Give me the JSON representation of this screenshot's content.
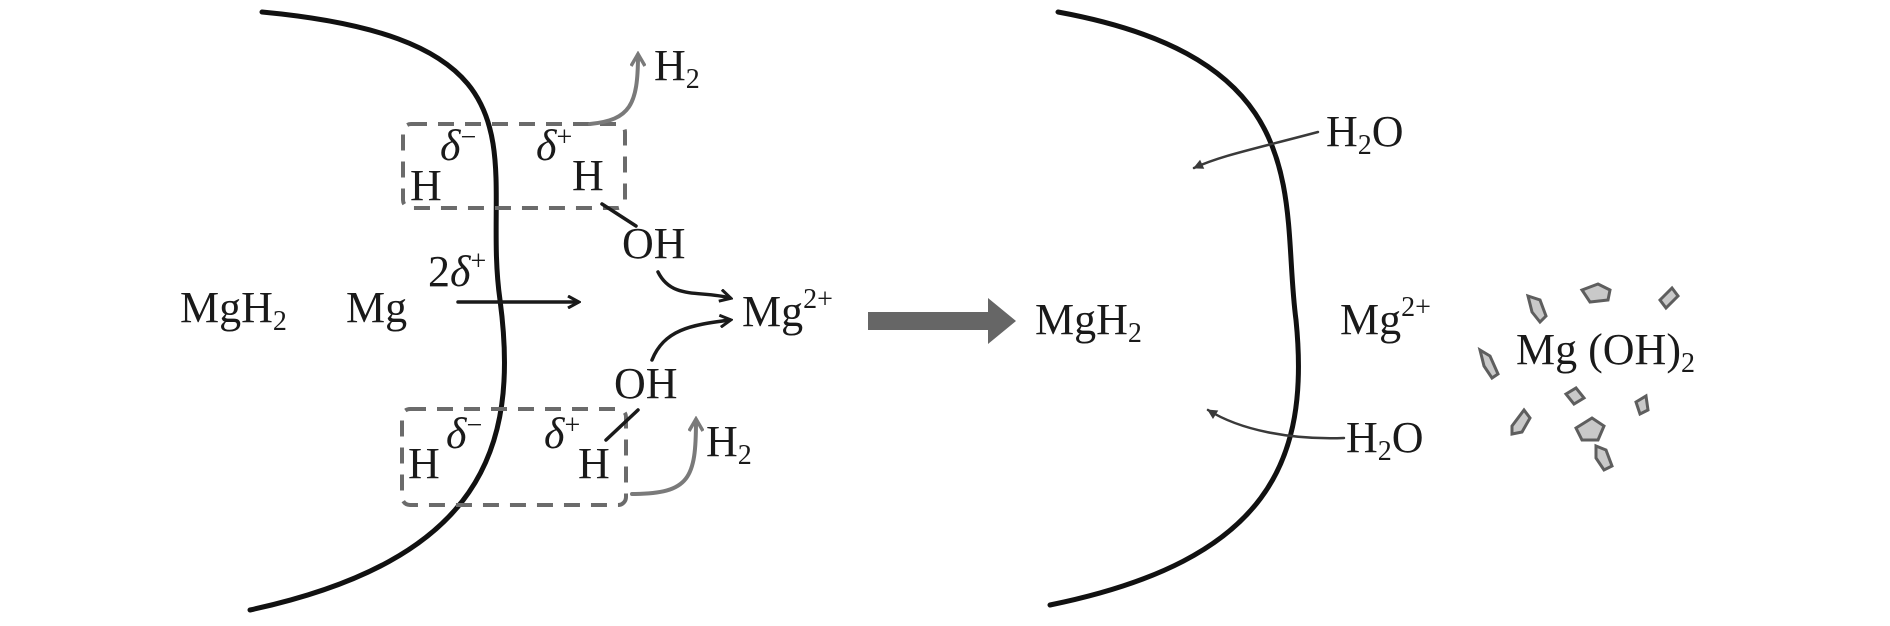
{
  "left_panel": {
    "bulk_label": "MgH",
    "bulk_sub": "2",
    "mg_label": "Mg",
    "mg_charge_coef": "2",
    "delta": "δ",
    "plus": "+",
    "minus": "−",
    "hydrogen": "H",
    "hydroxyl": "OH",
    "h2_label": "H",
    "h2_sub": "2",
    "ion_label": "Mg",
    "ion_charge": "2+"
  },
  "right_panel": {
    "bulk_label": "MgH",
    "bulk_sub": "2",
    "ion_label": "Mg",
    "ion_charge": "2+",
    "water_label_a": "H",
    "water_sub": "2",
    "water_label_b": "O",
    "product_label": "Mg (OH)",
    "product_sub": "2"
  },
  "colors": {
    "line": "#111111",
    "dashed_box": "#6b6b6b",
    "gray_arrow": "#7a7a7a",
    "process_arrow": "#666666",
    "particle_fill": "#c9c9c9",
    "particle_stroke": "#5e5e5e"
  }
}
